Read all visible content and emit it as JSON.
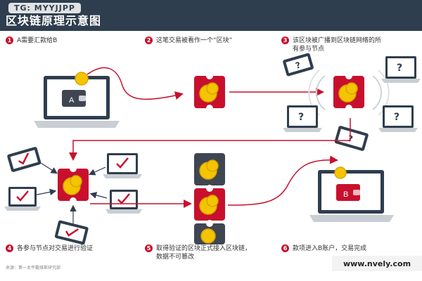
{
  "header": {
    "title": "区块链原理示意图",
    "watermark": "TG: MYYJJPP"
  },
  "steps": [
    {
      "num": "1",
      "text": "A需要汇款给B"
    },
    {
      "num": "2",
      "text": "这笔交易被看作一个“区块”"
    },
    {
      "num": "3",
      "text": "该区块被广播到区块链网络的所\n有参与节点"
    },
    {
      "num": "4",
      "text": "各参与节点对交易进行验证"
    },
    {
      "num": "5",
      "text": "取得验证的区块正式接入区块链，\n数据不可篡改"
    },
    {
      "num": "6",
      "text": "款项进入B账户，交易完成"
    }
  ],
  "labels": {
    "wallet_a": "A",
    "wallet_b": "B",
    "node_unknown": "?"
  },
  "source": "来源：第一太平戴维斯研究部",
  "bottom_watermark": "www.nvely.com",
  "colors": {
    "header": "#2f3e4e",
    "accent_red": "#c8102e",
    "block_dark": "#3f4652",
    "coin": "#f5c400",
    "check": "#c8102e"
  }
}
